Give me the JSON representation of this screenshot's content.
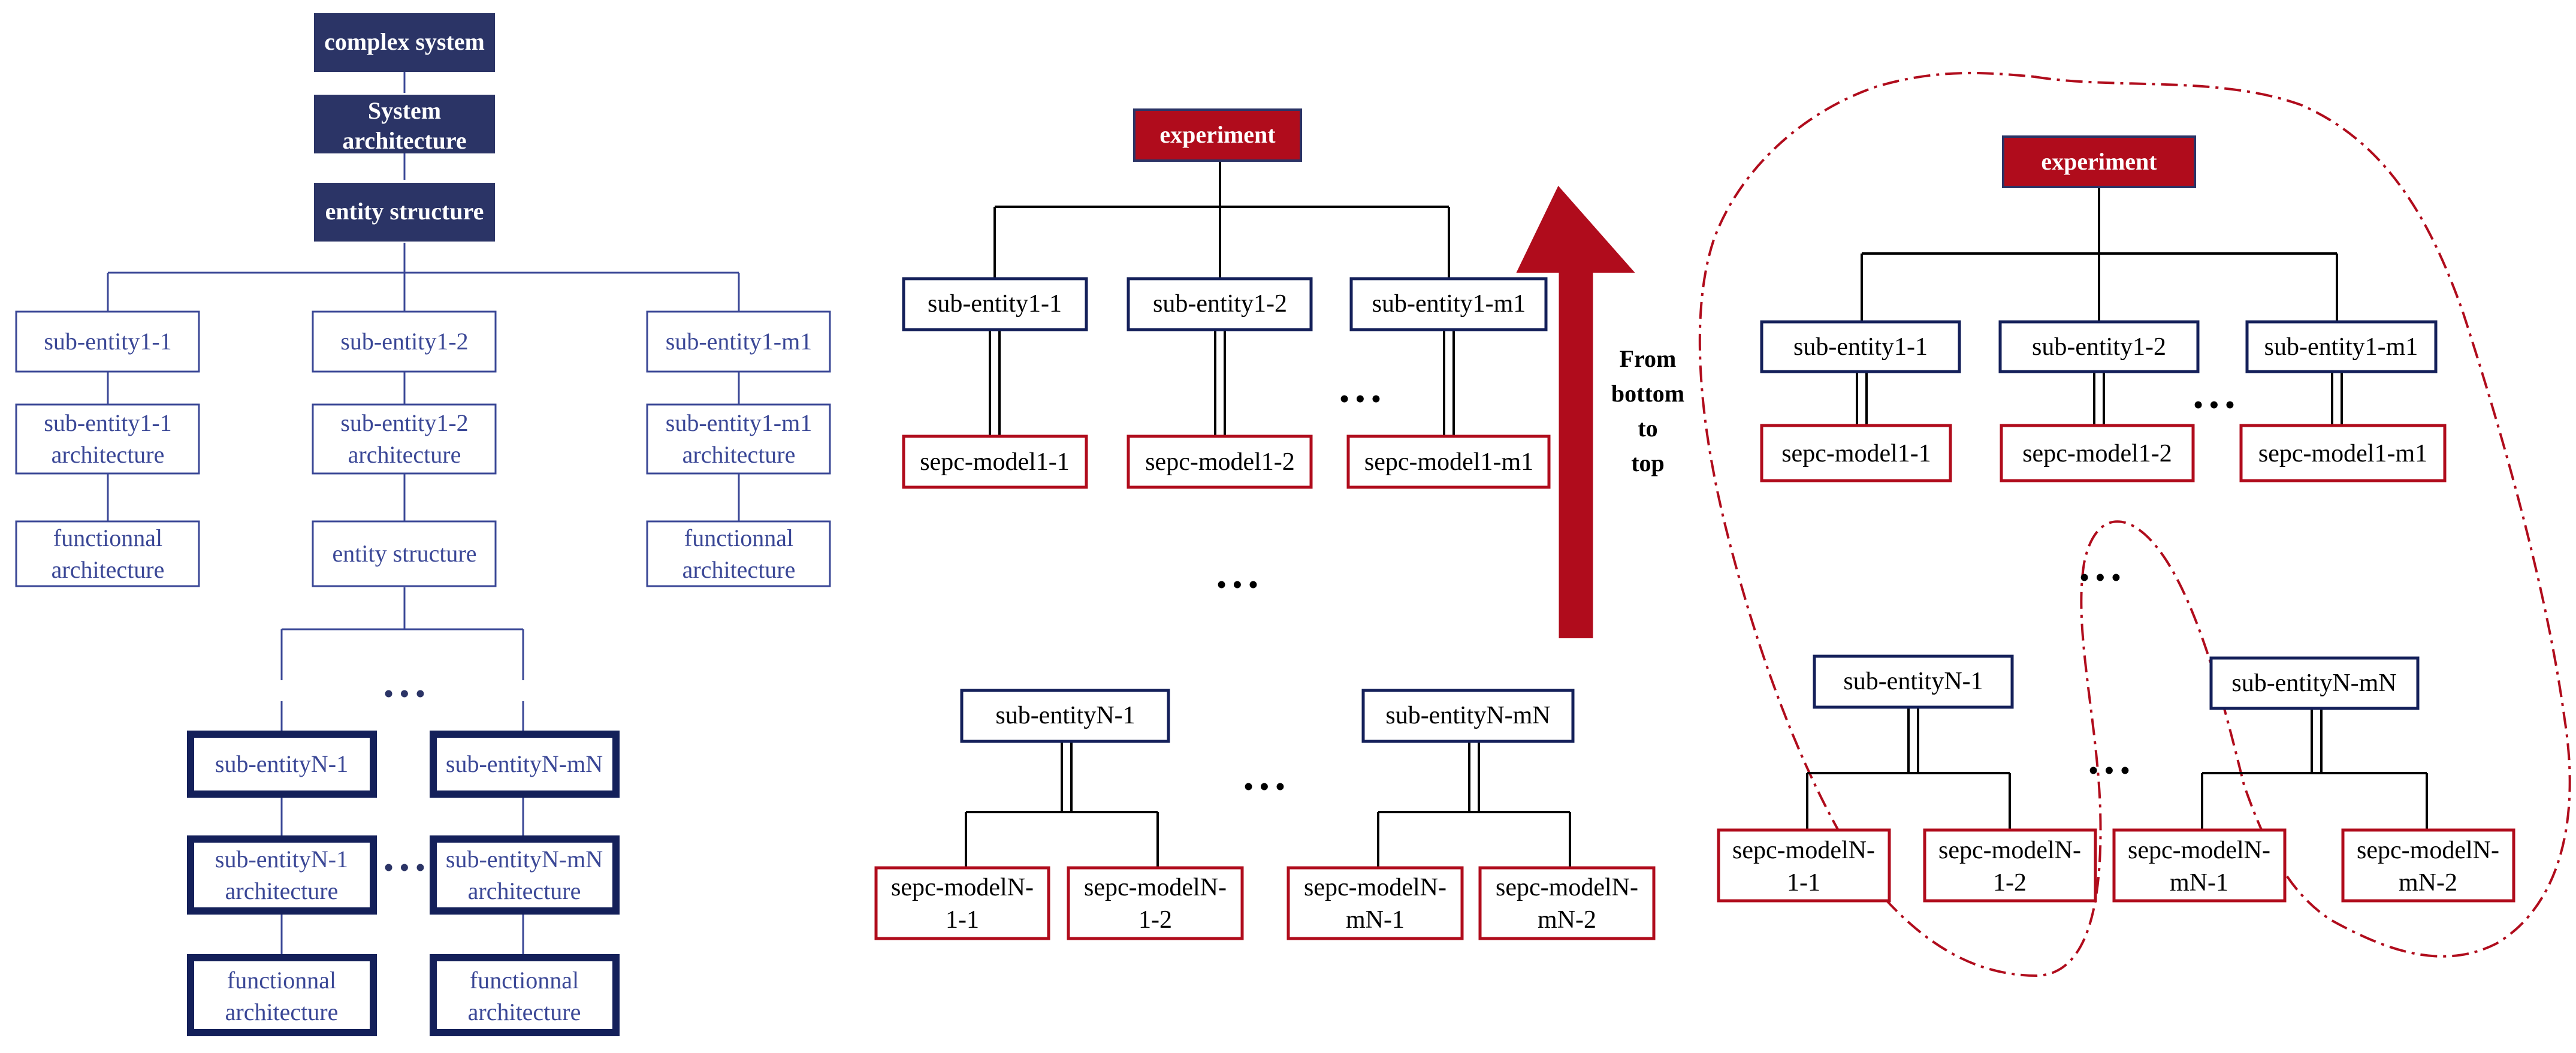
{
  "colors": {
    "navy": "#2b3466",
    "navy_line": "#3a4796",
    "blue_text": "#3a4796",
    "red": "#b00c1c",
    "black": "#000000"
  },
  "left": {
    "complex_system": "complex system",
    "system_architecture": [
      "System",
      "architecture"
    ],
    "entity_structure": "entity structure",
    "sub1_1": "sub-entity1-1",
    "sub1_2": "sub-entity1-2",
    "sub1_m1": "sub-entity1-m1",
    "sub1_1_arch": [
      "sub-entity1-1",
      "architecture"
    ],
    "sub1_2_arch": [
      "sub-entity1-2",
      "architecture"
    ],
    "sub1_m1_arch": [
      "sub-entity1-m1",
      "architecture"
    ],
    "func_a": [
      "functionnal",
      "architecture"
    ],
    "entity_structure_2": "entity structure",
    "func_c": [
      "functionnal",
      "architecture"
    ],
    "subN_1": "sub-entityN-1",
    "subN_mN": "sub-entityN-mN",
    "subN_1_arch": [
      "sub-entityN-1",
      "architecture"
    ],
    "subN_mN_arch": [
      "sub-entityN-mN",
      "architecture"
    ],
    "func_n1": [
      "functionnal",
      "architecture"
    ],
    "func_nmN": [
      "functionnal",
      "architecture"
    ],
    "dots": "• • •"
  },
  "middle": {
    "experiment": "experiment",
    "sub1_1": "sub-entity1-1",
    "sub1_2": "sub-entity1-2",
    "sub1_m1": "sub-entity1-m1",
    "m1_1": "sepc-model1-1",
    "m1_2": "sepc-model1-2",
    "m1_m1": "sepc-model1-m1",
    "subN_1": "sub-entityN-1",
    "subN_mN": "sub-entityN-mN",
    "mN_1_1": [
      "sepc-modelN-",
      "1-1"
    ],
    "mN_1_2": [
      "sepc-modelN-",
      "1-2"
    ],
    "mN_mN_1": [
      "sepc-modelN-",
      "mN-1"
    ],
    "mN_mN_2": [
      "sepc-modelN-",
      "mN-2"
    ],
    "dots": "• • •"
  },
  "arrow": {
    "label": [
      "From",
      "bottom",
      "to",
      "top"
    ]
  },
  "right": {
    "experiment": "experiment",
    "sub1_1": "sub-entity1-1",
    "sub1_2": "sub-entity1-2",
    "sub1_m1": "sub-entity1-m1",
    "m1_1": "sepc-model1-1",
    "m1_2": "sepc-model1-2",
    "m1_m1": "sepc-model1-m1",
    "subN_1": "sub-entityN-1",
    "subN_mN": "sub-entityN-mN",
    "mN_1_1": [
      "sepc-modelN-",
      "1-1"
    ],
    "mN_1_2": [
      "sepc-modelN-",
      "1-2"
    ],
    "mN_mN_1": [
      "sepc-modelN-",
      "mN-1"
    ],
    "mN_mN_2": [
      "sepc-modelN-",
      "mN-2"
    ],
    "dots": "• • •"
  }
}
